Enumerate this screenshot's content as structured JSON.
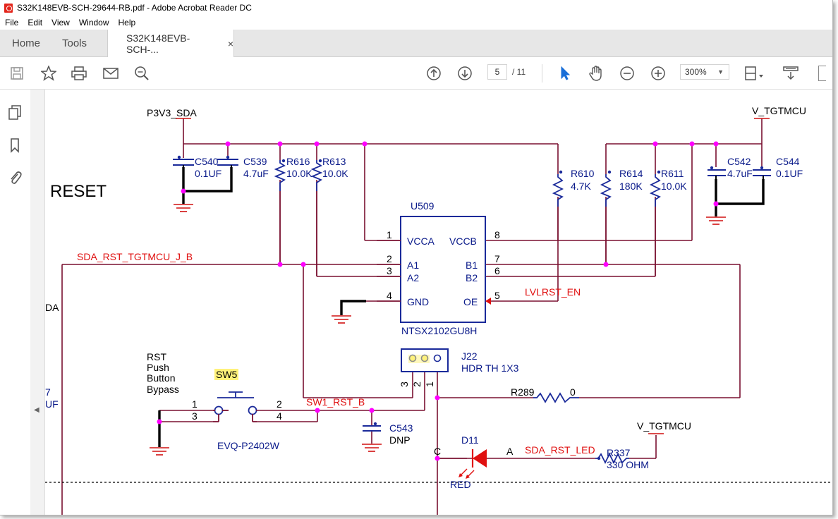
{
  "window": {
    "title": "S32K148EVB-SCH-29644-RB.pdf - Adobe Acrobat Reader DC"
  },
  "menu": [
    "File",
    "Edit",
    "View",
    "Window",
    "Help"
  ],
  "tabs": {
    "home": "Home",
    "tools": "Tools",
    "document": "S32K148EVB-SCH-...",
    "close": "×"
  },
  "toolbar": {
    "page_current": "5",
    "page_total": "/ 11",
    "zoom": "300%"
  },
  "icons": [
    "pdf-icon",
    "save-icon",
    "bookmark-star-icon",
    "print-icon",
    "email-icon",
    "find-icon",
    "previous-page-icon",
    "next-page-icon",
    "select-cursor-icon",
    "hand-tool-icon",
    "zoom-out-icon",
    "zoom-in-icon",
    "page-display-icon",
    "scroll-mode-icon",
    "page-thumbnails-icon",
    "bookmarks-icon",
    "attachments-icon"
  ],
  "schematic": {
    "net_p3v3_sda": "P3V3_SDA",
    "net_v_tgtmcu_top": "V_TGTMCU",
    "net_v_tgtmcu_bottom": "V_TGTMCU",
    "section_reset": "RESET",
    "net_sda_rst": "SDA_RST_TGTMCU_J_B",
    "net_lvlrst": "LVLRST_EN",
    "net_sw1_rst": "SW1_RST_B",
    "net_sda_rst_led": "SDA_RST_LED",
    "c540": {
      "ref": "C540",
      "value": "0.1UF"
    },
    "c539": {
      "ref": "C539",
      "value": "4.7uF"
    },
    "r616": {
      "ref": "R616",
      "value": "10.0K"
    },
    "r613": {
      "ref": "R613",
      "value": "10.0K"
    },
    "r610": {
      "ref": "R610",
      "value": "4.7K"
    },
    "r614": {
      "ref": "R614",
      "value": "180K"
    },
    "r611": {
      "ref": "R611",
      "value": "10.0K"
    },
    "c542": {
      "ref": "C542",
      "value": "4.7uF"
    },
    "c544": {
      "ref": "C544",
      "value": "0.1UF"
    },
    "u509": {
      "ref": "U509",
      "part": "NTSX2102GU8H",
      "pins": {
        "vcca": "VCCA",
        "a1": "A1",
        "a2": "A2",
        "gnd": "GND",
        "vccb": "VCCB",
        "b1": "B1",
        "b2": "B2",
        "oe": "OE",
        "n1": "1",
        "n2": "2",
        "n3": "3",
        "n4": "4",
        "n8": "8",
        "n7": "7",
        "n6": "6",
        "n5": "5"
      }
    },
    "j22": {
      "ref": "J22",
      "desc": "HDR TH 1X3",
      "p3": "3",
      "p2": "2",
      "p1": "1"
    },
    "r289": {
      "ref": "R289",
      "value": "0"
    },
    "sw5": {
      "ref": "SW5",
      "part": "EVQ-P2402W",
      "desc1": "RST",
      "desc2": "Push",
      "desc3": "Button",
      "desc4": "Bypass",
      "p1": "1",
      "p3": "3",
      "p2": "2",
      "p4": "4"
    },
    "c543": {
      "ref": "C543",
      "value": "DNP"
    },
    "d11": {
      "ref": "D11",
      "color": "RED",
      "cathode": "C",
      "anode": "A"
    },
    "r337": {
      "ref": "R337",
      "value": "330 OHM"
    },
    "edge_text_da": "DA",
    "edge_text_7": "7",
    "edge_text_uf": "UF"
  },
  "colors": {
    "wire": "#7a1030",
    "component": "#1a2a9a",
    "power": "#d01010",
    "junction": "#ff00ff",
    "ground": "#d01010",
    "highlight": "#fff27a"
  }
}
